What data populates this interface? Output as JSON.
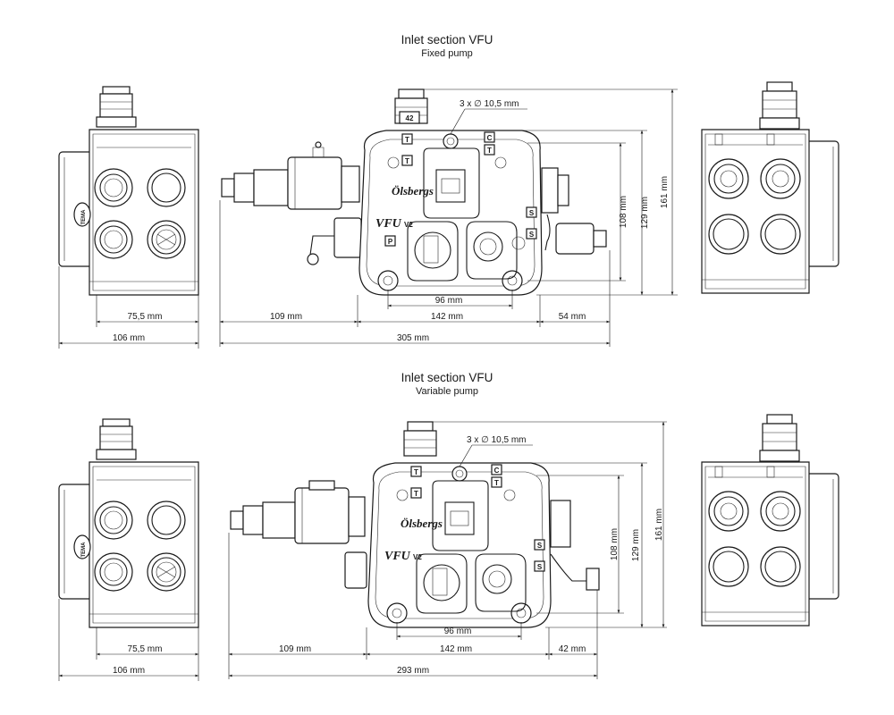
{
  "sections": [
    {
      "title": "Inlet section VFU",
      "subtitle": "Fixed pump",
      "brand": "Ölsbergs",
      "model": "VFU",
      "model_suffix": "V2",
      "label_42": "42",
      "port_labels": [
        "T",
        "T",
        "C",
        "T",
        "P",
        "S",
        "S"
      ],
      "side_tag": "TEMA",
      "dimensions": {
        "holes": "3 x ∅ 10,5 mm",
        "d_96": "96 mm",
        "d_142": "142 mm",
        "d_109": "109 mm",
        "d_right": "54 mm",
        "d_total": "305 mm",
        "d_75_5": "75,5 mm",
        "d_106": "106 mm",
        "d_108": "108 mm",
        "d_129": "129 mm",
        "d_161": "161 mm"
      }
    },
    {
      "title": "Inlet section VFU",
      "subtitle": "Variable pump",
      "brand": "Ölsbergs",
      "model": "VFU",
      "model_suffix": "V2",
      "port_labels": [
        "T",
        "T",
        "C",
        "T",
        "S",
        "S"
      ],
      "side_tag": "TEMA",
      "dimensions": {
        "holes": "3 x ∅ 10,5 mm",
        "d_96": "96 mm",
        "d_142": "142 mm",
        "d_109": "109 mm",
        "d_right": "42 mm",
        "d_total": "293 mm",
        "d_75_5": "75,5 mm",
        "d_106": "106 mm",
        "d_108": "108 mm",
        "d_129": "129 mm",
        "d_161": "161 mm"
      }
    }
  ]
}
